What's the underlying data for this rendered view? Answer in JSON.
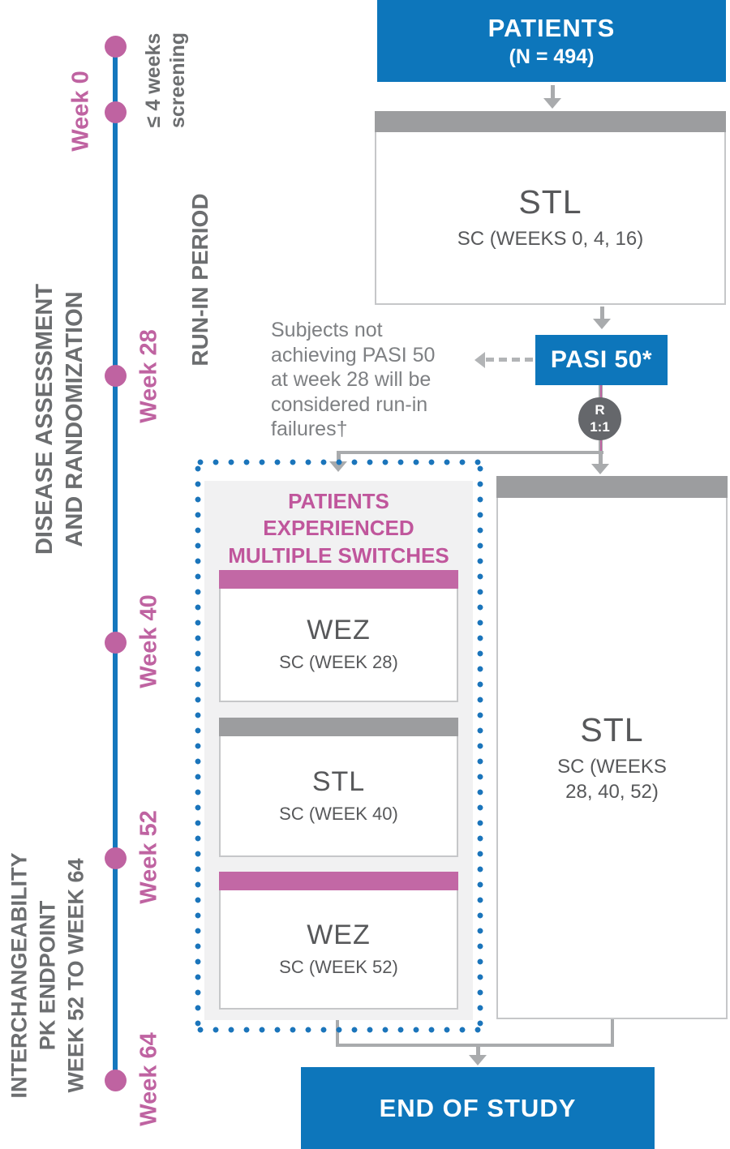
{
  "colors": {
    "blue": "#0d76bb",
    "timeline_blue": "#1577bd",
    "dotted_border_blue": "#1b75bb",
    "pink": "#bf63a1",
    "panel_title_pink": "#c0569c",
    "header_gray": "#9c9d9f",
    "box_text_gray": "#57585a",
    "side_label_gray": "#6c6e70",
    "note_gray": "#7e8083",
    "arrow_gray": "#a9abad",
    "randomization_circle_gray": "#65676b",
    "panel_bg": "#f1f1f2"
  },
  "timeline": {
    "weeks": [
      "Week 0",
      "Week 28",
      "Week 40",
      "Week 52",
      "Week 64"
    ],
    "screening_label": [
      "≤ 4 weeks",
      "screening"
    ],
    "run_in_label": "RUN-IN PERIOD",
    "disease_label": [
      "DISEASE ASSESSMENT",
      "AND RANDOMIZATION"
    ],
    "interchangeability_label": [
      "INTERCHANGEABILITY",
      "PK ENDPOINT",
      "WEEK 52 TO WEEK 64"
    ]
  },
  "flow": {
    "patients": {
      "title": "PATIENTS",
      "n": "(N = 494)"
    },
    "run_in_box": {
      "drug": "STL",
      "schedule": "SC (WEEKS 0, 4, 16)"
    },
    "pasi_label": "PASI 50*",
    "note_lines": [
      "Subjects not",
      "achieving PASI 50",
      "at week 28 will be",
      "considered run-in",
      "failures†"
    ],
    "randomization": {
      "r": "R",
      "ratio": "1:1"
    },
    "switch_panel": {
      "title_lines": [
        "PATIENTS",
        "EXPERIENCED",
        "MULTIPLE SWITCHES"
      ],
      "boxes": [
        {
          "drug": "WEZ",
          "schedule": "SC (WEEK 28)"
        },
        {
          "drug": "STL",
          "schedule": "SC (WEEK 40)"
        },
        {
          "drug": "WEZ",
          "schedule": "SC (WEEK 52)"
        }
      ]
    },
    "stl_arm": {
      "drug": "STL",
      "schedule_lines": [
        "SC (WEEKS",
        "28, 40, 52)"
      ]
    },
    "end_label": "END OF STUDY"
  }
}
